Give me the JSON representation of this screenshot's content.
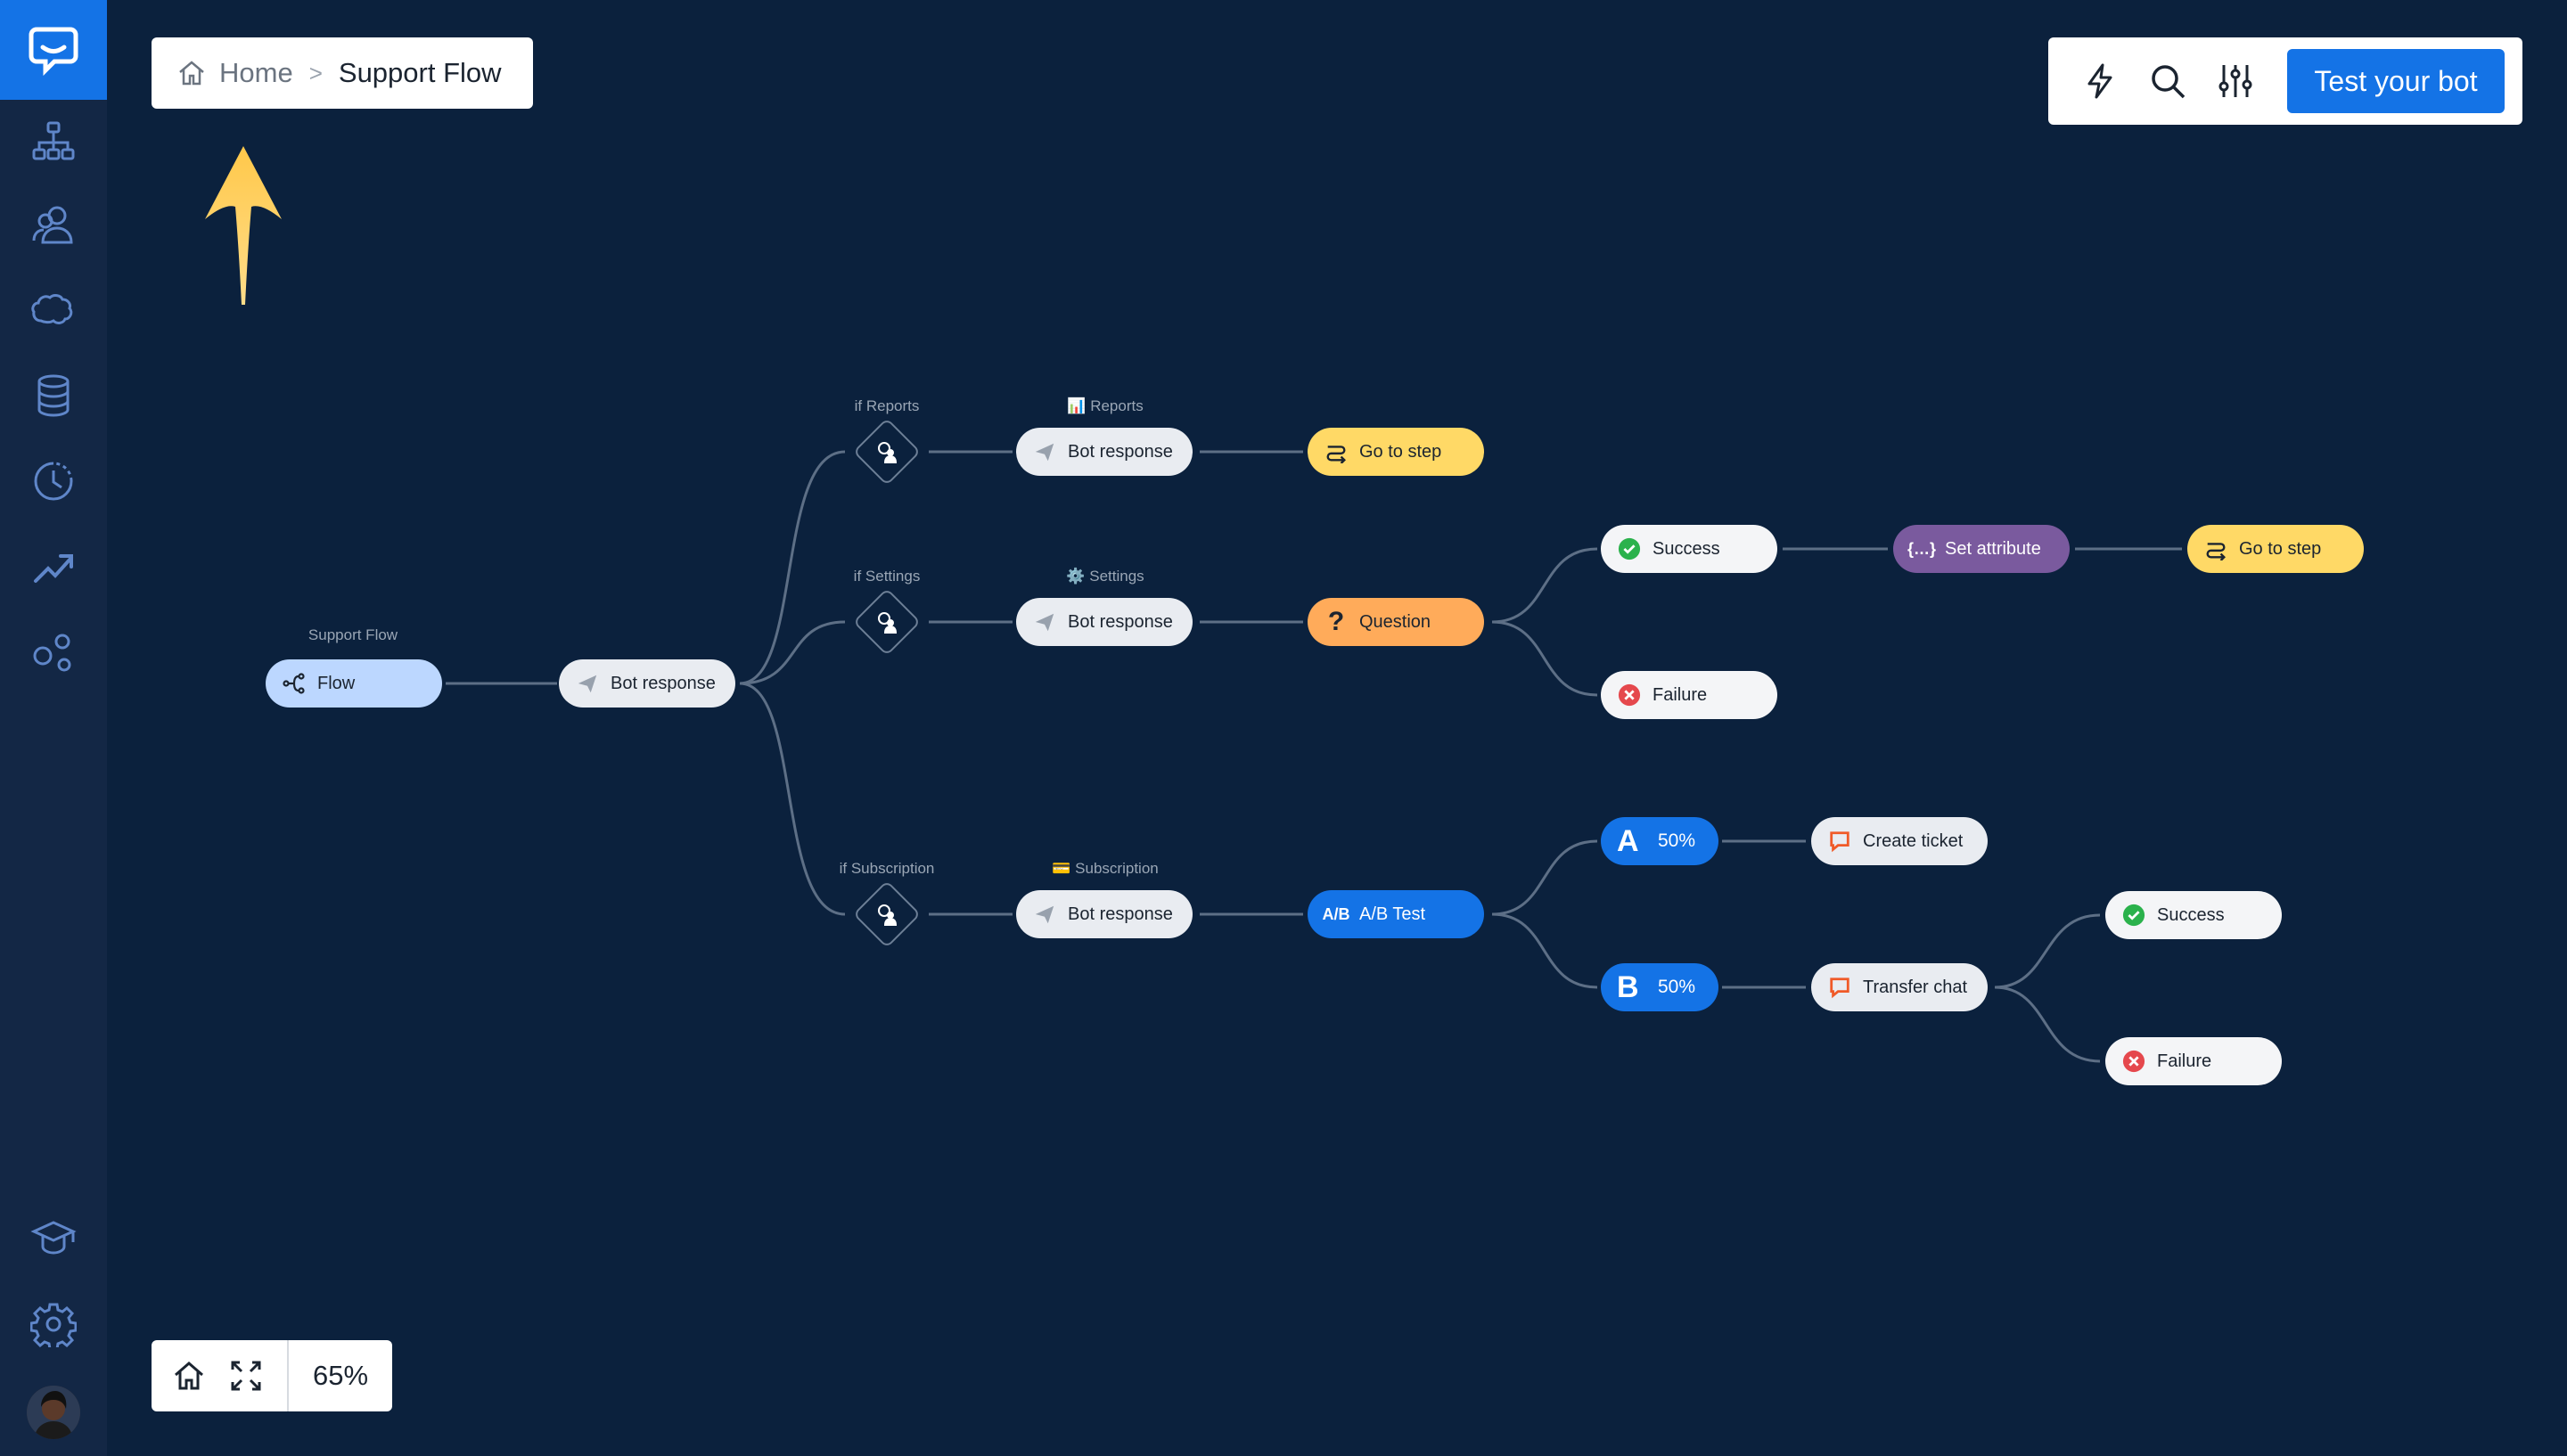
{
  "breadcrumb": {
    "home": "Home",
    "separator": ">",
    "current": "Support Flow"
  },
  "toolbar": {
    "test_button": "Test your bot"
  },
  "zoom": {
    "value": "65%"
  },
  "sidebar": {
    "items": [
      "logo-icon",
      "flow-icon",
      "users-icon",
      "brain-icon",
      "database-icon",
      "history-icon",
      "analytics-icon",
      "integrations-icon",
      "academy-icon",
      "settings-icon"
    ]
  },
  "flow": {
    "root_label": "Support Flow",
    "root_node": "Flow",
    "root_response": "Bot response",
    "branches": [
      {
        "condition": "if Reports",
        "title": "Reports",
        "response": "Bot response",
        "action": "Go to step"
      },
      {
        "condition": "if Settings",
        "title": "Settings",
        "response": "Bot response",
        "action": "Question",
        "success": "Success",
        "set_attribute": "Set attribute",
        "goto": "Go to step",
        "failure": "Failure"
      },
      {
        "condition": "if Subscription",
        "title": "Subscription",
        "response": "Bot response",
        "action": "A/B Test",
        "a_letter": "A",
        "a_pct": "50%",
        "a_action": "Create ticket",
        "b_letter": "B",
        "b_pct": "50%",
        "b_action": "Transfer chat",
        "b_success": "Success",
        "b_failure": "Failure"
      }
    ]
  },
  "colors": {
    "background": "#0b213d",
    "sidebar": "#132745",
    "accent": "#1473e6",
    "goto": "#ffd966",
    "question": "#ffab5a",
    "set_attribute": "#7a5a9e",
    "success": "#2bb24c",
    "failure": "#e5484d"
  }
}
